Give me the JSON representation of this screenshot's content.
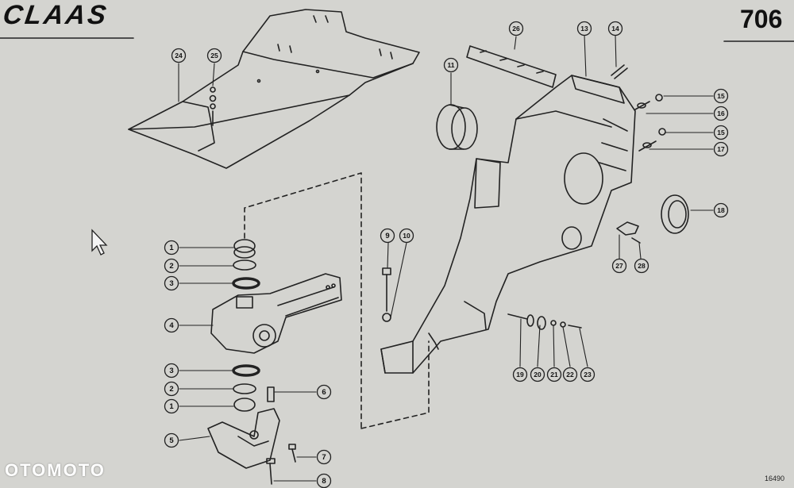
{
  "header": {
    "brand": "CLAAS",
    "page_number": "706"
  },
  "footer": {
    "drawing_number": "16490"
  },
  "watermark": "OTOMOTO",
  "callouts": [
    {
      "id": "callout-24",
      "label": "24"
    },
    {
      "id": "callout-25",
      "label": "25"
    },
    {
      "id": "callout-26",
      "label": "26"
    },
    {
      "id": "callout-13",
      "label": "13"
    },
    {
      "id": "callout-14",
      "label": "14"
    },
    {
      "id": "callout-11",
      "label": "11"
    },
    {
      "id": "callout-15a",
      "label": "15"
    },
    {
      "id": "callout-16",
      "label": "16"
    },
    {
      "id": "callout-15b",
      "label": "15"
    },
    {
      "id": "callout-17",
      "label": "17"
    },
    {
      "id": "callout-18",
      "label": "18"
    },
    {
      "id": "callout-27",
      "label": "27"
    },
    {
      "id": "callout-28",
      "label": "28"
    },
    {
      "id": "callout-9",
      "label": "9"
    },
    {
      "id": "callout-10",
      "label": "10"
    },
    {
      "id": "callout-1a",
      "label": "1"
    },
    {
      "id": "callout-2a",
      "label": "2"
    },
    {
      "id": "callout-3a",
      "label": "3"
    },
    {
      "id": "callout-4",
      "label": "4"
    },
    {
      "id": "callout-3b",
      "label": "3"
    },
    {
      "id": "callout-2b",
      "label": "2"
    },
    {
      "id": "callout-1b",
      "label": "1"
    },
    {
      "id": "callout-5",
      "label": "5"
    },
    {
      "id": "callout-6",
      "label": "6"
    },
    {
      "id": "callout-7",
      "label": "7"
    },
    {
      "id": "callout-8",
      "label": "8"
    },
    {
      "id": "callout-19",
      "label": "19"
    },
    {
      "id": "callout-20",
      "label": "20"
    },
    {
      "id": "callout-21",
      "label": "21"
    },
    {
      "id": "callout-22",
      "label": "22"
    },
    {
      "id": "callout-23",
      "label": "23"
    }
  ]
}
